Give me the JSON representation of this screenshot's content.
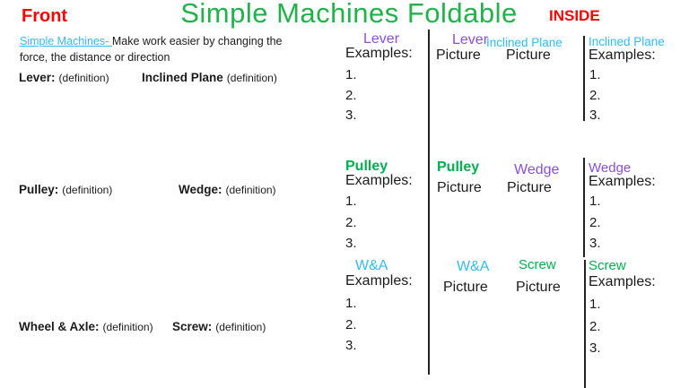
{
  "header": {
    "front_label": "Front",
    "title": "Simple Machines Foldable",
    "inside_label": "INSIDE"
  },
  "colors": {
    "red": "#FF0000",
    "title_green": "#22B24C",
    "green": "#00B050",
    "purple": "#8B4FD0",
    "light_blue": "#31BDF0"
  },
  "front": {
    "intro_term": "Simple Machines- ",
    "intro_rest": "Make work easier by changing the force, the distance or direction",
    "defs": [
      {
        "term": "Lever:",
        "note": "(definition)"
      },
      {
        "term": "Inclined Plane",
        "note": "(definition)"
      },
      {
        "term": "Pulley:",
        "note": "(definition)"
      },
      {
        "term": "Wedge:",
        "note": "(definition)"
      },
      {
        "term": "Wheel & Axle:",
        "note": "(definition)"
      },
      {
        "term": "Screw:",
        "note": "(definition)"
      }
    ]
  },
  "inside": {
    "examples_label": "Examples:",
    "picture_label": "Picture",
    "numbers": [
      "1.",
      "2.",
      "3."
    ],
    "left_column": [
      {
        "name": "Lever",
        "color": "purple"
      },
      {
        "name": "Pulley",
        "color": "green"
      },
      {
        "name": "W&A",
        "color": "light_blue"
      }
    ],
    "picture_column": [
      {
        "left": "Lever",
        "right": "Inclined Plane"
      },
      {
        "left": "Pulley",
        "right": "Wedge"
      },
      {
        "left": "W&A",
        "right": "Screw"
      }
    ],
    "right_column": [
      {
        "name": "Inclined Plane",
        "color": "light_blue"
      },
      {
        "name": "Wedge",
        "color": "purple"
      },
      {
        "name": "Screw",
        "color": "green"
      }
    ]
  }
}
